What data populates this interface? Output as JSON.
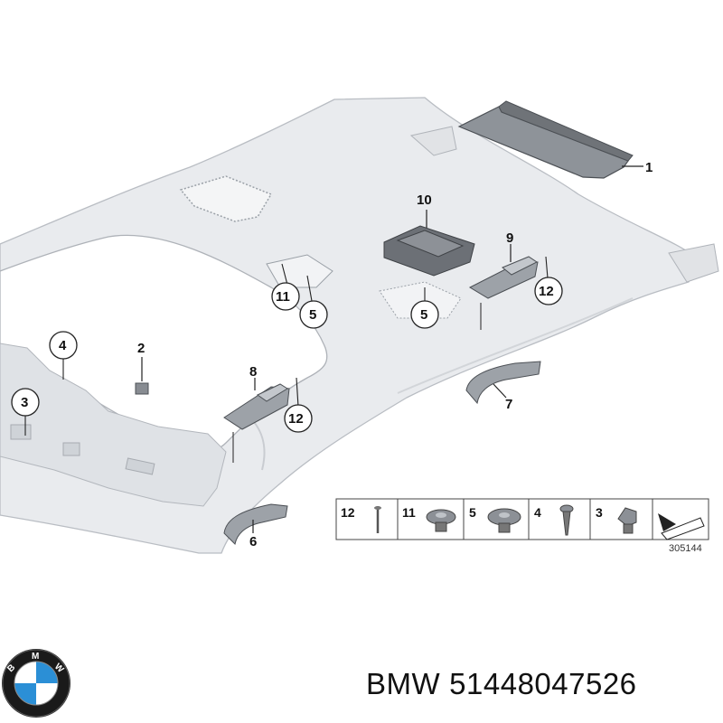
{
  "diagram": {
    "callouts": {
      "c1": "1",
      "c2": "2",
      "c3": "3",
      "c4": "4",
      "c5a": "5",
      "c5b": "5",
      "c6": "6",
      "c7": "7",
      "c8": "8",
      "c9": "9",
      "c10": "10",
      "c11": "11",
      "c12a": "12",
      "c12b": "12"
    },
    "legend": {
      "items": [
        "12",
        "11",
        "5",
        "4",
        "3"
      ],
      "ref_code": "305144"
    }
  },
  "caption": {
    "brand": "BMW",
    "part_number": "51448047526"
  },
  "logo": {
    "letters": [
      "B",
      "M",
      "W"
    ],
    "colors": {
      "blue": "#2b8fd6",
      "ring": "#1a1a1a",
      "white": "#ffffff"
    }
  }
}
